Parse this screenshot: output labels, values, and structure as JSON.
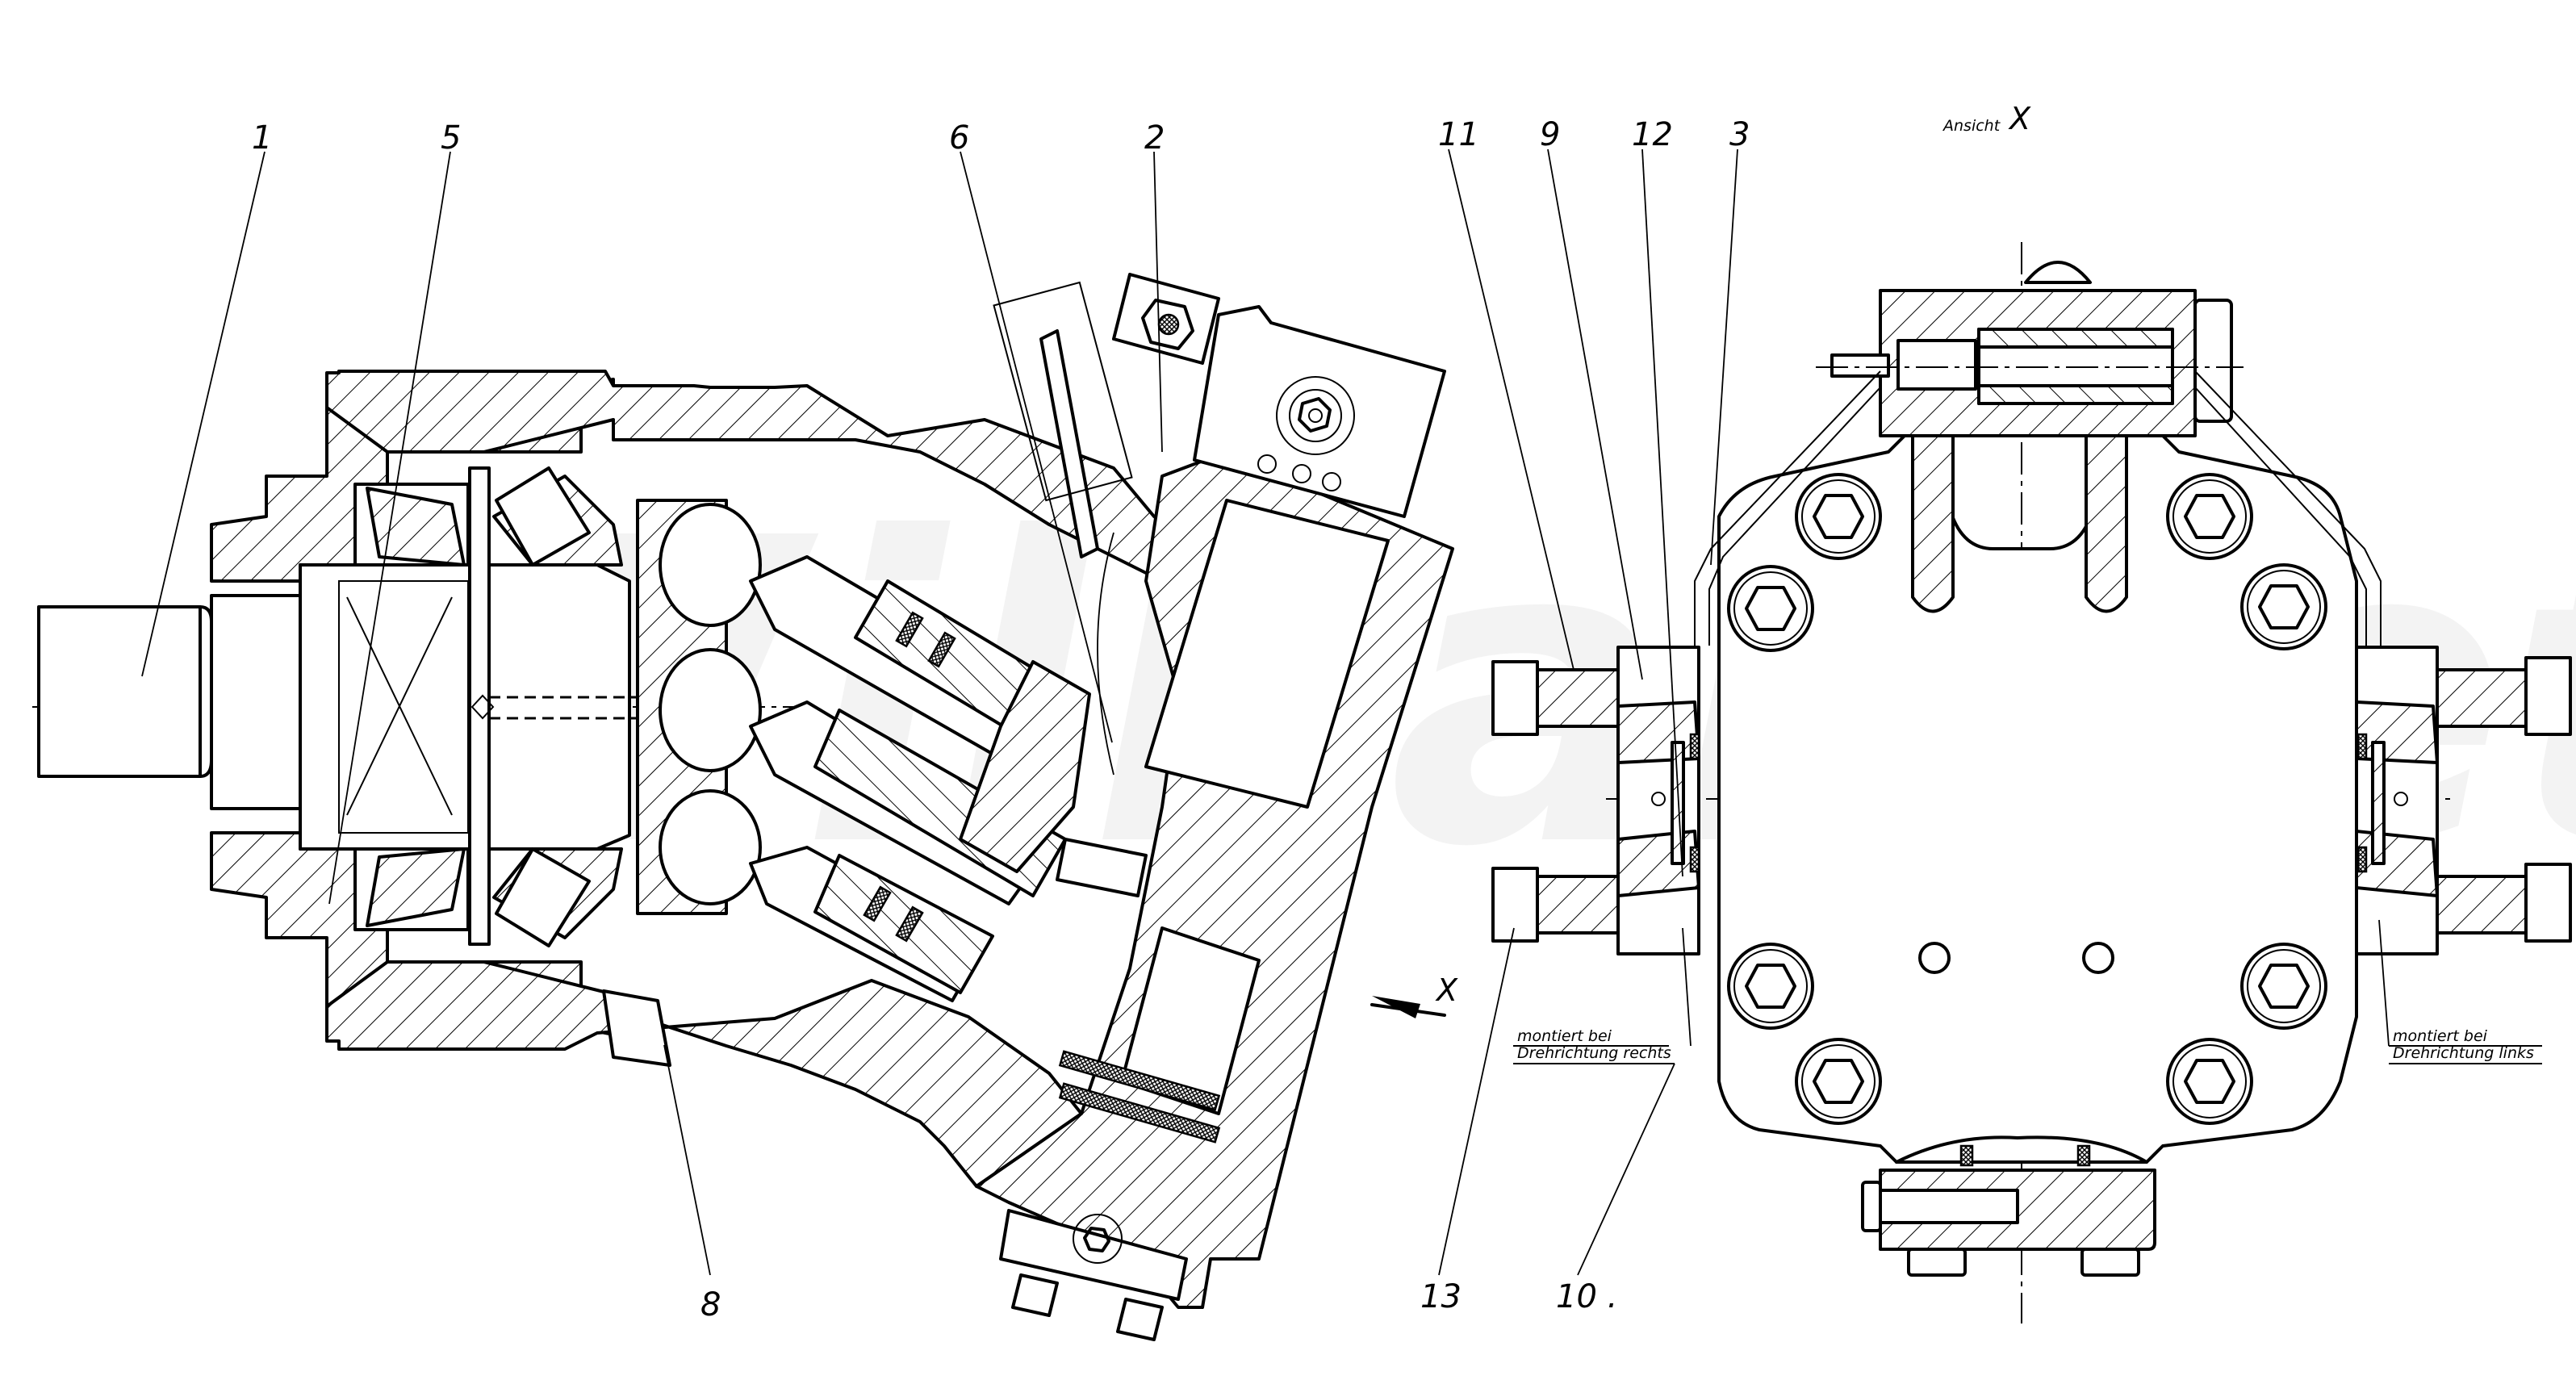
{
  "drawing": {
    "title": "Axial piston motor – sectional view and view X",
    "watermark": "Wilhakoetz"
  },
  "callouts": [
    {
      "id": "1",
      "text": "1"
    },
    {
      "id": "5",
      "text": "5"
    },
    {
      "id": "6",
      "text": "6"
    },
    {
      "id": "2",
      "text": "2"
    },
    {
      "id": "11",
      "text": "11"
    },
    {
      "id": "9",
      "text": "9"
    },
    {
      "id": "12",
      "text": "12"
    },
    {
      "id": "3",
      "text": "3"
    },
    {
      "id": "8",
      "text": "8"
    },
    {
      "id": "13",
      "text": "13"
    },
    {
      "id": "10",
      "text": "10 ."
    }
  ],
  "view_labels": {
    "ansicht_word": "Ansicht",
    "ansicht_letter": "X",
    "arrow_letter": "X"
  },
  "notes": {
    "right_rotation": {
      "line1": "montiert bei",
      "line2": "Drehrichtung rechts"
    },
    "left_rotation": {
      "line1": "montiert bei",
      "line2": "Drehrichtung links"
    }
  }
}
